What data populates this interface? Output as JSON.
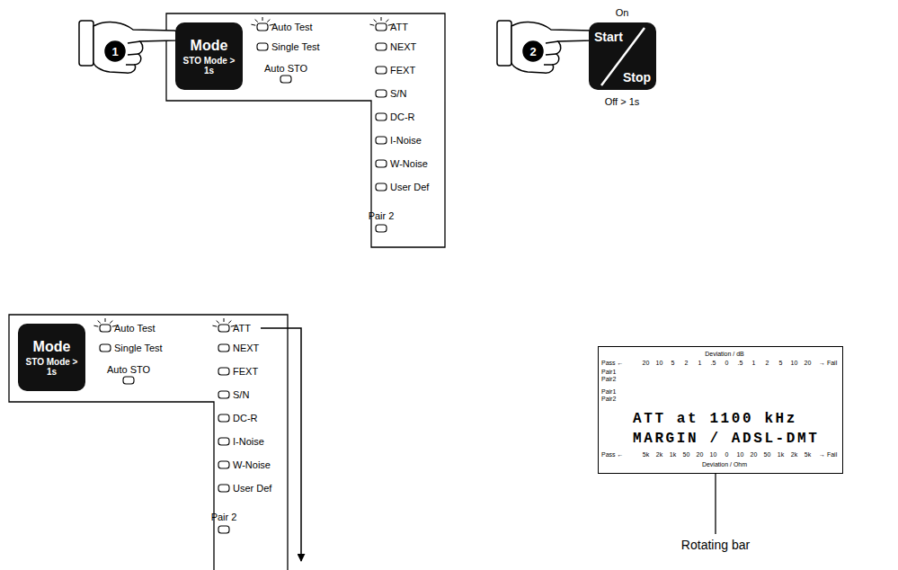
{
  "diagram": {
    "nodes": [
      {
        "text": [
          "Mode",
          "STO Mode > 1s"
        ]
      },
      {
        "text": [
          "Start",
          "Stop"
        ]
      },
      {
        "text": [
          "Mode",
          "STO Mode > 1s"
        ]
      },
      {
        "text": [
          "ATT at 1100 kHz",
          "MARGIN / ADSL-DMT"
        ]
      }
    ],
    "labels": [
      "1",
      "Auto Test",
      "ATT",
      "Single Test",
      "Auto STO",
      "NEXT",
      "FEXT",
      "S/N",
      "DC-R",
      "I-Noise",
      "W-Noise",
      "User Def",
      "Pair 2",
      "2",
      "On",
      "Off > 1s",
      "Auto Test",
      "ATT",
      "Single Test",
      "Auto STO",
      "NEXT",
      "FEXT",
      "S/N",
      "DC-R",
      "I-Noise",
      "W-Noise",
      "User Def",
      "Pair 2",
      "Deviation / dB",
      "Pass ←",
      "20",
      "10",
      "5",
      "2",
      "1",
      ".5",
      "0",
      ".5",
      "1",
      "2",
      "5",
      "10",
      "20",
      "→ Fail",
      "Pair1",
      "Pair2",
      "Pair1",
      "Pair2",
      "Pass ←",
      "5k",
      "2k",
      "1k",
      "50",
      "20",
      "10",
      "0",
      "10",
      "20",
      "50",
      "1k",
      "2k",
      "5k",
      "→ Fail",
      "Deviation / Ohm",
      "Rotating bar"
    ]
  }
}
